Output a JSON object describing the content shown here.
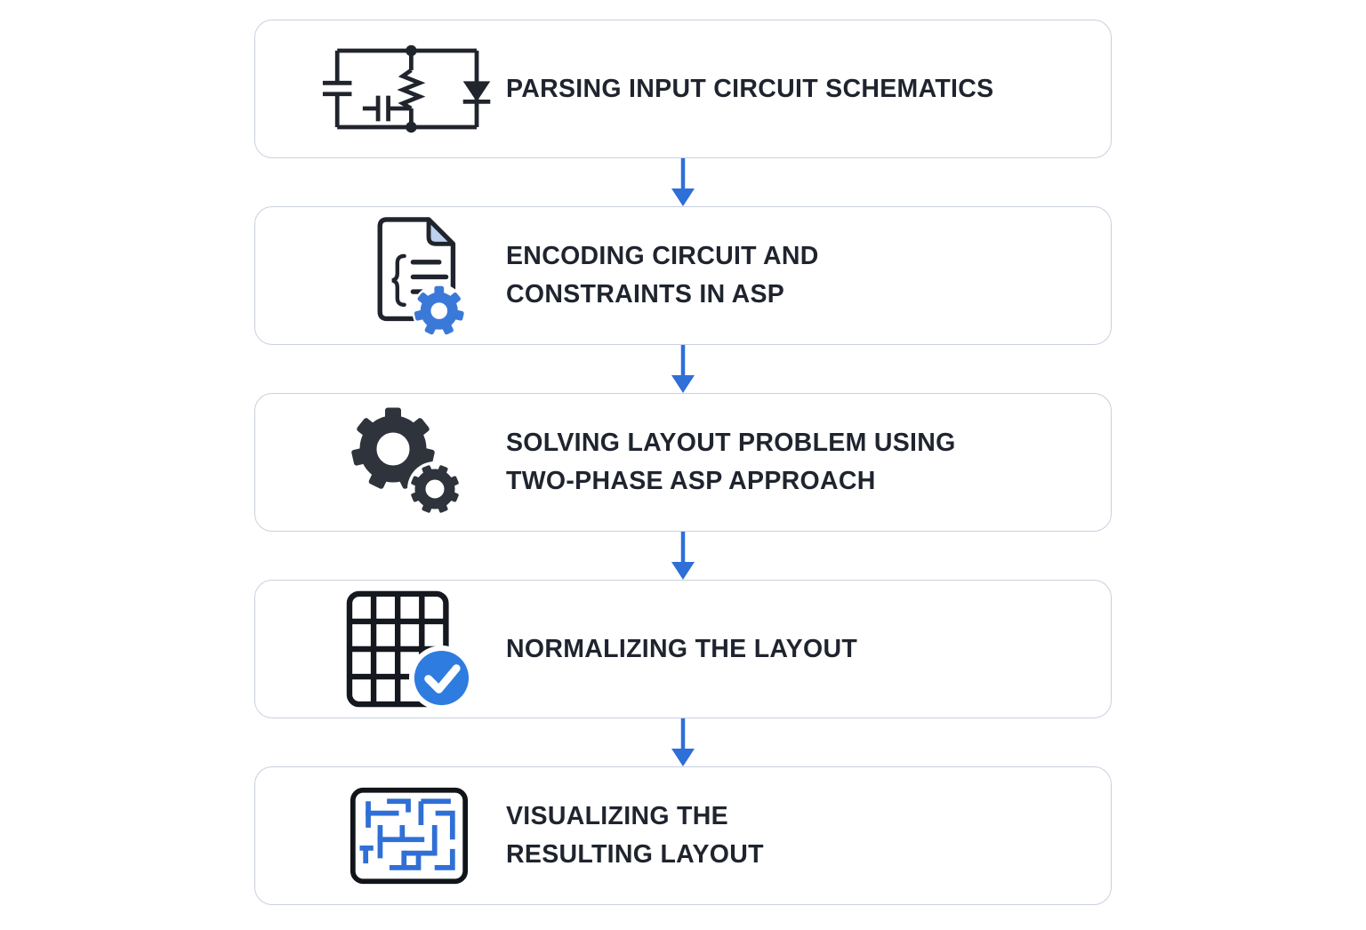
{
  "diagram": {
    "type": "vertical-flowchart",
    "colors": {
      "accent_blue": "#2e6fd8",
      "icon_dark": "#23272f",
      "text": "#1f242e",
      "box_border": "#c9d0de",
      "box_fill": "#ffffff",
      "fold_blue": "#bcd2ef",
      "gear_blue": "#3b79d8",
      "check_circle_blue": "#2e7ce0",
      "maze_blue": "#2f6fd6"
    },
    "steps": [
      {
        "icon": "circuit-schematic-icon",
        "lines": [
          "PARSING INPUT CIRCUIT SCHEMATICS"
        ]
      },
      {
        "icon": "code-document-gear-icon",
        "lines": [
          "ENCODING CIRCUIT AND",
          "CONSTRAINTS IN ASP"
        ]
      },
      {
        "icon": "two-gears-icon",
        "lines": [
          "SOLVING LAYOUT PROBLEM USING",
          "TWO-PHASE ASP APPROACH"
        ]
      },
      {
        "icon": "grid-checkmark-icon",
        "lines": [
          "NORMALIZING THE LAYOUT"
        ]
      },
      {
        "icon": "maze-layout-icon",
        "lines": [
          "VISUALIZING THE",
          "RESULTING LAYOUT"
        ]
      }
    ],
    "connector": {
      "icon": "arrow-down-icon",
      "color": "#2e6fd8"
    }
  }
}
